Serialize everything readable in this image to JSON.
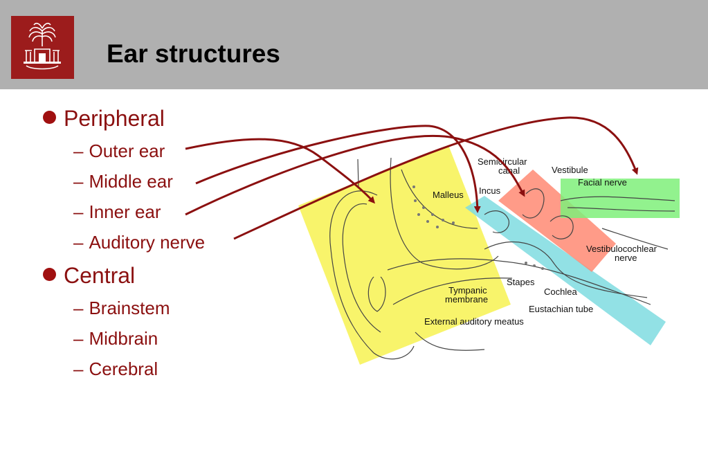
{
  "slide": {
    "title": "Ear structures",
    "logo_icon": "university-palmetto-seal-icon",
    "colors": {
      "header_bg": "#b0b0b0",
      "logo_bg": "#9c1c1c",
      "text_red": "#8b1010",
      "outer_ear_highlight": "#f7f251",
      "middle_ear_highlight": "#7fdce0",
      "inner_ear_highlight": "#ff8a73",
      "nerve_highlight": "#7ff07a"
    }
  },
  "outline": {
    "peripheral": "Peripheral",
    "outer_ear": "Outer ear",
    "middle_ear": "Middle ear",
    "inner_ear": "Inner ear",
    "auditory_nerve": "Auditory nerve",
    "central": "Central",
    "brainstem": "Brainstem",
    "midbrain": "Midbrain",
    "cerebral": "Cerebral",
    "dash": "–"
  },
  "diagram": {
    "labels": {
      "semicircular_1": "Semicircular",
      "semicircular_2": "canal",
      "vestibule": "Vestibule",
      "malleus": "Malleus",
      "incus": "Incus",
      "facial_nerve": "Facial nerve",
      "vestibulocochlear_1": "Vestibulocochlear",
      "vestibulocochlear_2": "nerve",
      "stapes": "Stapes",
      "cochlea": "Cochlea",
      "tympanic_1": "Tympanic",
      "tympanic_2": "membrane",
      "eustachian": "Eustachian tube",
      "external_meatus": "External auditory meatus"
    }
  }
}
